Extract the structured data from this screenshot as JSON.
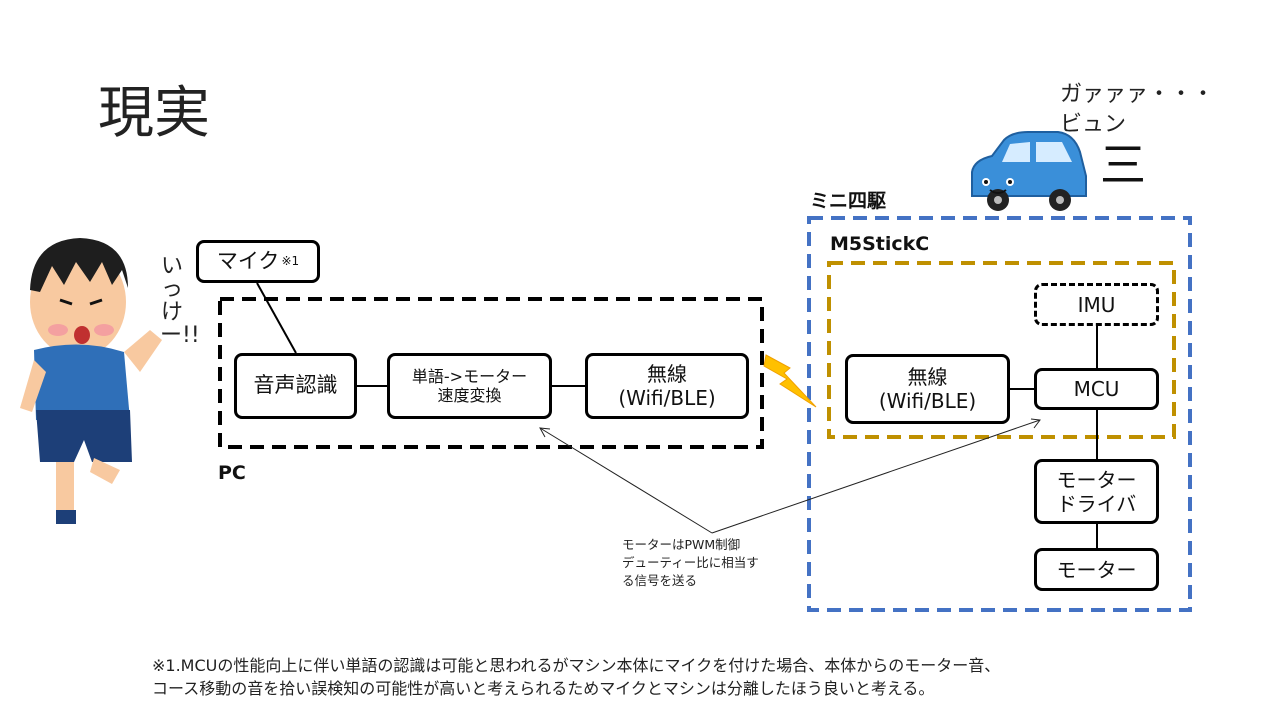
{
  "title": "現実",
  "car_sound": "ガァァァ・・・\nビュン",
  "speed_mark": "三",
  "shout": "いっけー!!",
  "groups": {
    "pc": "PC",
    "mini4wd": "ミニ四駆",
    "m5stick": "M5StickC"
  },
  "boxes": {
    "mic": "マイク",
    "mic_note": "※1",
    "speech_recognition": "音声認識",
    "word_to_speed": "単語->モーター\n速度変換",
    "wireless_pc": "無線\n(Wifi/BLE)",
    "wireless_stick": "無線\n(Wifi/BLE)",
    "imu": "IMU",
    "mcu": "MCU",
    "motor_driver": "モーター\nドライバ",
    "motor": "モーター"
  },
  "annotation": "モーターはPWM制御\nデューティー比に相当す\nる信号を送る",
  "footnote": "※1.MCUの性能向上に伴い単語の認識は可能と思われるがマシン本体にマイクを付けた場合、本体からのモーター音、\nコース移動の音を拾い誤検知の可能性が高いと考えられるためマイクとマシンは分離したほう良いと考える。",
  "colors": {
    "pc_border": "#000000",
    "mini4wd_border": "#4472c4",
    "m5stick_border": "#bf9000",
    "lightning": "#ffc000",
    "car_body": "#3a8fd9"
  }
}
